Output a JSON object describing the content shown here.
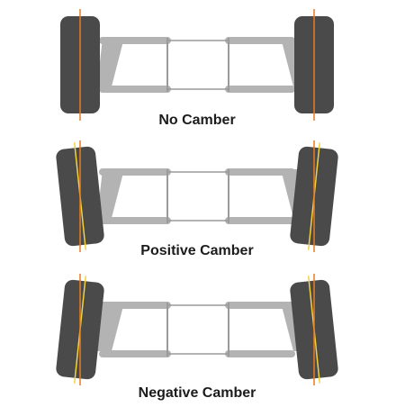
{
  "colors": {
    "tire": "#4a4a4a",
    "arm": "#b3b3b3",
    "frame": "#9a9a9a",
    "vertical_line": "#e87c1e",
    "wheel_line": "#f3d23c",
    "background": "#ffffff",
    "text": "#1c1c1c"
  },
  "panels": [
    {
      "id": "no-camber",
      "label": "No Camber",
      "tilt_deg": 0
    },
    {
      "id": "positive-camber",
      "label": "Positive Camber",
      "tilt_deg": -6
    },
    {
      "id": "negative-camber",
      "label": "Negative Camber",
      "tilt_deg": 6
    }
  ]
}
